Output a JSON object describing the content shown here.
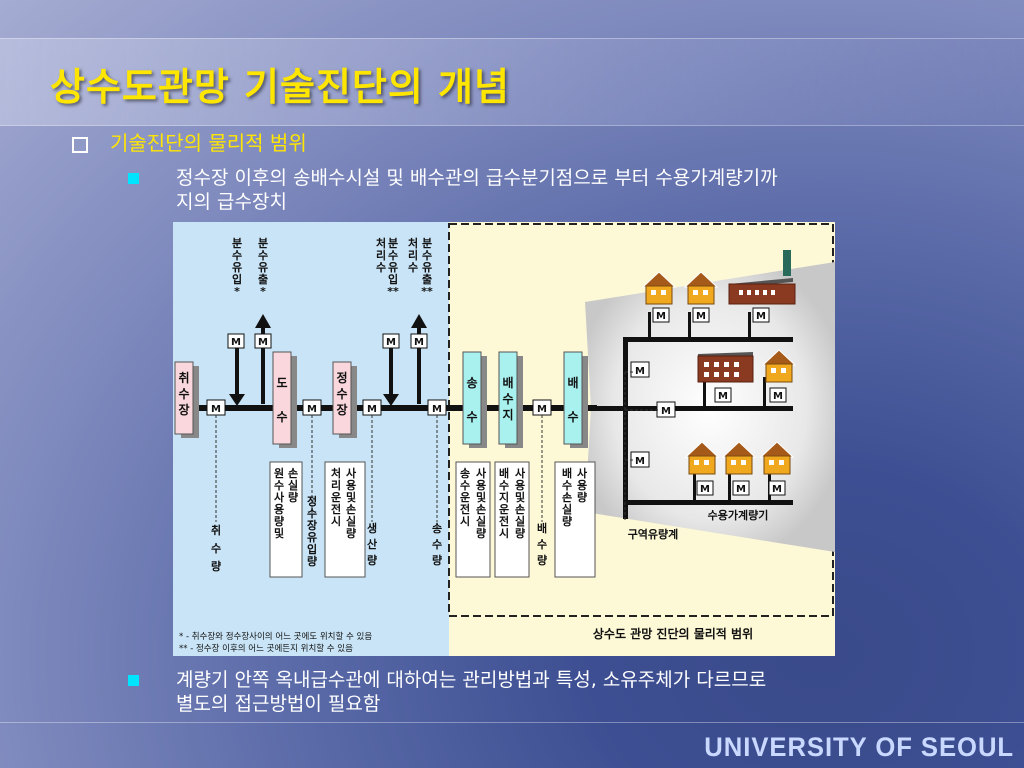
{
  "slide": {
    "title": "상수도관망 기술진단의 개념",
    "level1": "기술진단의 물리적 범위",
    "bullet1_line1": "정수장 이후의 송배수시설 및 배수관의 급수분기점으로 부터 수용가계량기까",
    "bullet1_line2": "지의 급수장치",
    "bullet2_line1": "계량기 안쪽 옥내급수관에 대하여는 관리방법과 특성, 소유주체가 다르므로",
    "bullet2_line2": "별도의 접근방법이 필요함",
    "logo": "UNIVERSITY OF SEOUL"
  },
  "diagram": {
    "top_labels": {
      "inflow_star": "분수유입*",
      "outflow_star": "분수유출*",
      "treat_inflow": "처리수",
      "treat_inflow2": "분수유입**",
      "treat_outflow": "처리수",
      "treat_outflow2": "분수유출**"
    },
    "meter": "M",
    "facilities": {
      "intake": "취수장",
      "conveyance": "도수",
      "treatment": "정수장",
      "transmission": "송수",
      "reservoir": "배수지",
      "distribution": "배수"
    },
    "bottom_boxes": {
      "raw_water": "원수손실량 수사용량 및",
      "treatment_use": "처리운전시 사용 및 손실량",
      "transmission_use": "송수운전시 사용 및 손실량",
      "reservoir_use": "배수지운전시 사용 및 손실량",
      "distribution_use": "배수손실량 사용량"
    },
    "vertical_labels": {
      "intake_amt": "취수량",
      "plant_inflow": "정수장유입량",
      "production": "생산량",
      "transmission_amt": "송수량",
      "distribution_amt": "배수량"
    },
    "district_meter": "구역유량계",
    "customer_meter": "수용가계량기",
    "scope_label": "상수도 관망 진단의 물리적 범위",
    "note1": "*  - 취수장와 정수장사이의 어느 곳에도 위치할 수 있음",
    "note2": "** - 정수장 이후의 어느 곳에든지 위치할 수 있음"
  },
  "colors": {
    "title": "#ffe600",
    "bullet_square": "#00e5ff",
    "diagram_left_bg": "#c8e4f6",
    "diagram_right_bg": "#fdf8d6",
    "pink_box": "#f9d7dc",
    "cyan_box": "#a8f1ee",
    "logo": "#c9d8ff"
  }
}
